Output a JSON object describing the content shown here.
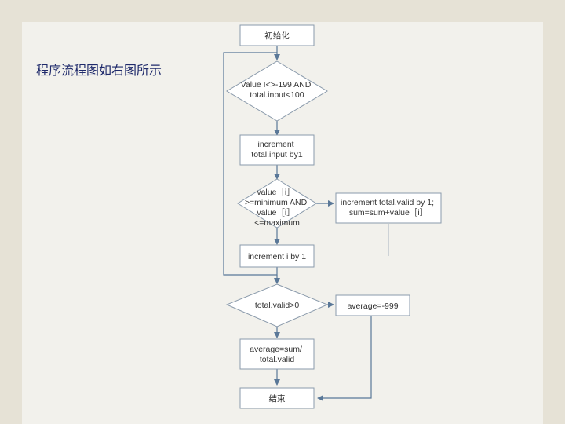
{
  "caption": "程序流程图如右图所示",
  "flowchart": {
    "nodes": [
      {
        "id": "init",
        "shape": "rect",
        "lines": [
          "初始化"
        ]
      },
      {
        "id": "cond-loop",
        "shape": "diamond",
        "lines": [
          "Value I<>-199 AND",
          "total.input<100"
        ]
      },
      {
        "id": "inc-input",
        "shape": "rect",
        "lines": [
          "increment",
          "total.input by1"
        ]
      },
      {
        "id": "cond-range",
        "shape": "diamond",
        "lines": [
          "value［i］",
          ">=minimum AND",
          "value［i］",
          "<=maximum"
        ]
      },
      {
        "id": "inc-valid",
        "shape": "rect",
        "lines": [
          "increment total.valid by 1;",
          "sum=sum+value［i］"
        ]
      },
      {
        "id": "inc-i",
        "shape": "rect",
        "lines": [
          "increment i by 1"
        ]
      },
      {
        "id": "cond-valid",
        "shape": "diamond",
        "lines": [
          "total.valid>0"
        ]
      },
      {
        "id": "avg-neg",
        "shape": "rect",
        "lines": [
          "average=-999"
        ]
      },
      {
        "id": "avg-calc",
        "shape": "rect",
        "lines": [
          "average=sum/",
          "total.valid"
        ]
      },
      {
        "id": "end",
        "shape": "rect",
        "lines": [
          "结束"
        ]
      }
    ],
    "colors": {
      "box_fill": "#ffffff",
      "box_stroke": "#8a9aab",
      "arrow": "#5a7898",
      "text": "#333333",
      "caption": "#1f2a6b"
    }
  }
}
